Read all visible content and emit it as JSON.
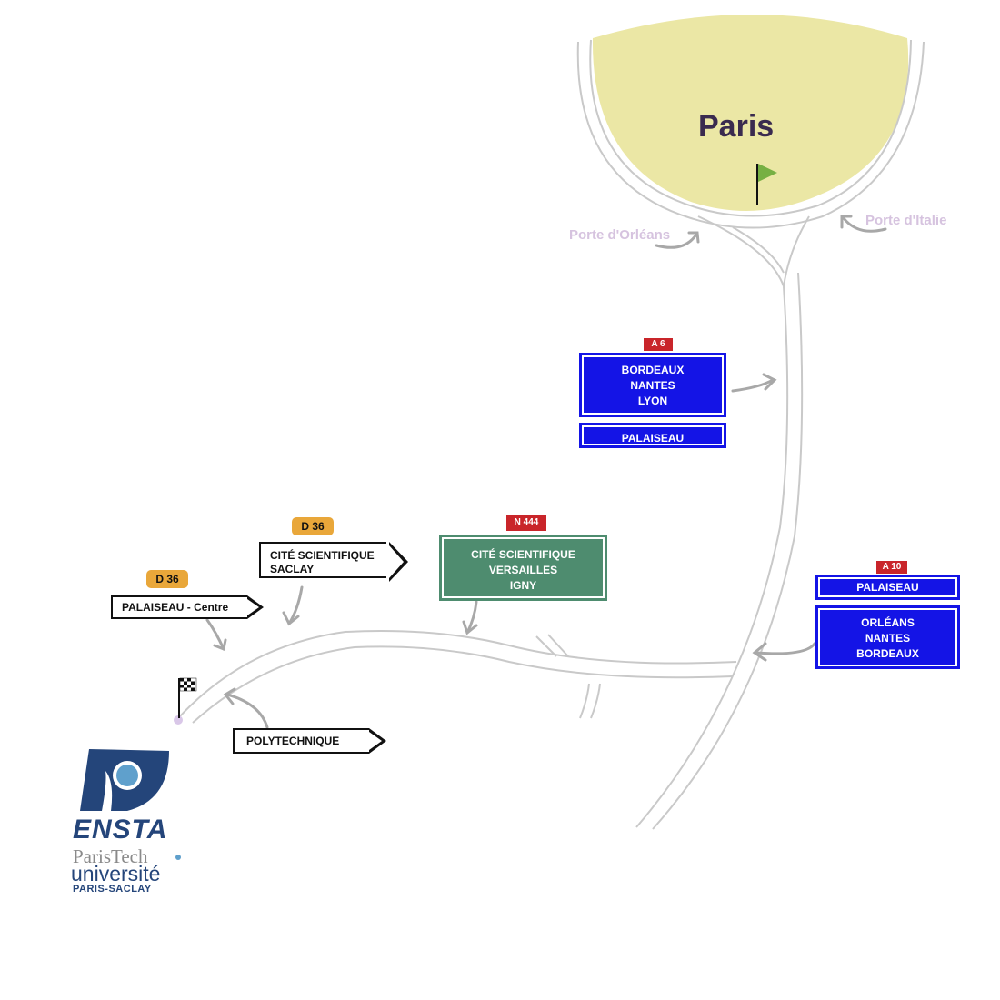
{
  "city": {
    "name": "Paris"
  },
  "portes": {
    "orleans": "Porte d'Orléans",
    "italie": "Porte d'Italie"
  },
  "signs": {
    "a6": {
      "route": "A 6",
      "destinations": [
        "BORDEAUX",
        "NANTES",
        "LYON"
      ],
      "sub": "PALAISEAU"
    },
    "a10": {
      "route": "A 10",
      "top": "PALAISEAU",
      "destinations": [
        "ORLÉANS",
        "NANTES",
        "BORDEAUX"
      ]
    },
    "n444": {
      "route": "N 444",
      "destinations": [
        "CITÉ SCIENTIFIQUE",
        "VERSAILLES",
        "IGNY"
      ]
    },
    "d36_saclay": {
      "route": "D 36",
      "lines": [
        "CITÉ SCIENTIFIQUE",
        "SACLAY"
      ]
    },
    "d36_palaiseau": {
      "route": "D 36",
      "label": "PALAISEAU - Centre"
    },
    "polytechnique": {
      "label": "POLYTECHNIQUE"
    }
  },
  "logo": {
    "name": "ENSTA",
    "sub1": "ParisTech",
    "sub2": "université",
    "sub3": "PARIS-SACLAY"
  },
  "colors": {
    "paris_fill": "#ebe7a5",
    "road": "#c9c9c9",
    "sign_blue": "#1414e6",
    "sign_green": "#4e8c6f",
    "route_red": "#c9252a",
    "route_orange": "#e9a73a",
    "logo_blue": "#24457a",
    "flag_green": "#77b043"
  },
  "icons": [
    "start-flag-icon",
    "checkered-finish-flag-icon",
    "ensta-eye-logo-icon"
  ]
}
